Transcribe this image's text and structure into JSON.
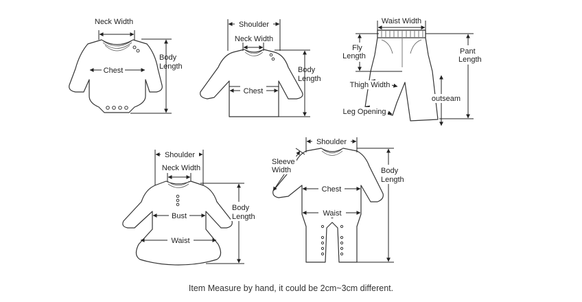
{
  "labels": {
    "bodysuit": {
      "neck_width": "Neck Width",
      "chest": "Chest",
      "body_length_1": "Body",
      "body_length_2": "Length"
    },
    "shirt": {
      "shoulder": "Shoulder",
      "neck_width": "Neck Width",
      "chest": "Chest",
      "body_length_1": "Body",
      "body_length_2": "Length"
    },
    "pants": {
      "waist_width": "Waist Width",
      "fly_length_1": "Fly",
      "fly_length_2": "Length",
      "pant_length_1": "Pant",
      "pant_length_2": "Length",
      "thigh_width": "Thigh Width",
      "outseam": "outseam",
      "leg_opening": "Leg Opening"
    },
    "dress": {
      "shoulder": "Shoulder",
      "neck_width": "Neck Width",
      "bust": "Bust",
      "waist": "Waist",
      "body_length_1": "Body",
      "body_length_2": "Length"
    },
    "romper": {
      "shoulder": "Shoulder",
      "sleeve_width_1": "Sleeve",
      "sleeve_width_2": "Width",
      "chest": "Chest",
      "waist": "Waist",
      "body_length_1": "Body",
      "body_length_2": "Length"
    }
  },
  "caption": "Item Measure by hand, it could be 2cm~3cm different."
}
